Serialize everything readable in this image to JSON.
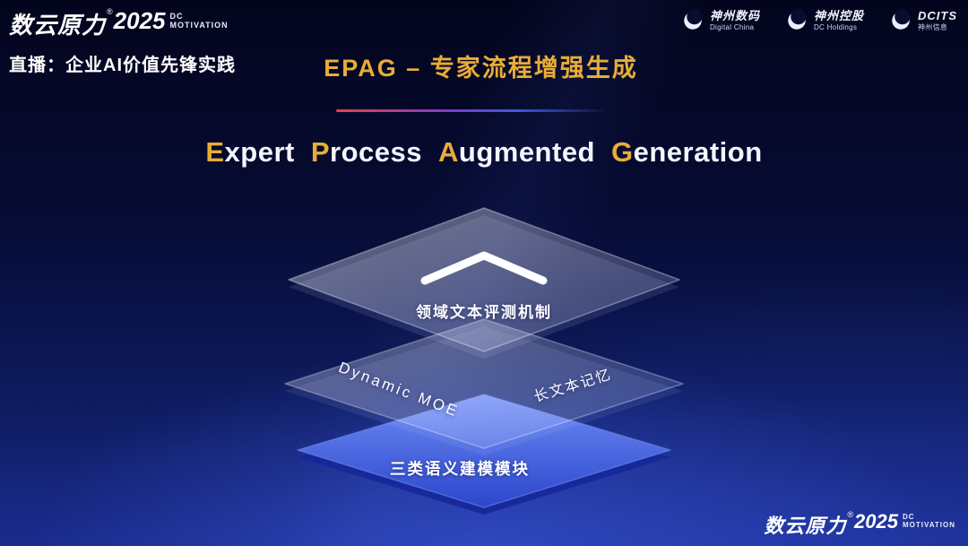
{
  "header": {
    "brand": {
      "name": "数云原力",
      "reg": "®",
      "year": "2025",
      "sub1": "DC",
      "sub2": "MOTIVATION"
    },
    "live_label": "直播：企业AI价值先锋实践",
    "slide_title": "EPAG – 专家流程增强生成",
    "logos": [
      {
        "cn": "神州数码",
        "en": "Digital China"
      },
      {
        "cn": "神州控股",
        "en": "DC Holdings"
      },
      {
        "cn": "DCITS",
        "en": "神州信息"
      }
    ]
  },
  "main": {
    "title_words": [
      {
        "initial": "E",
        "rest": "xpert"
      },
      {
        "initial": "P",
        "rest": "rocess"
      },
      {
        "initial": "A",
        "rest": "ugmented"
      },
      {
        "initial": "G",
        "rest": "eneration"
      }
    ],
    "layers": {
      "top_label": "领域文本评测机制",
      "middle_left_label": "Dynamic MOE",
      "middle_right_label": "长文本记忆",
      "bottom_label": "三类语义建模模块"
    }
  },
  "footer": {
    "brand": {
      "name": "数云原力",
      "reg": "®",
      "year": "2025",
      "sub1": "DC",
      "sub2": "MOTIVATION"
    }
  },
  "colors": {
    "accent_gold": "#e8ad38",
    "bg_top": "#03051d",
    "bg_bottom": "#1a2c8e",
    "layer_blue": "#3c58dd"
  }
}
